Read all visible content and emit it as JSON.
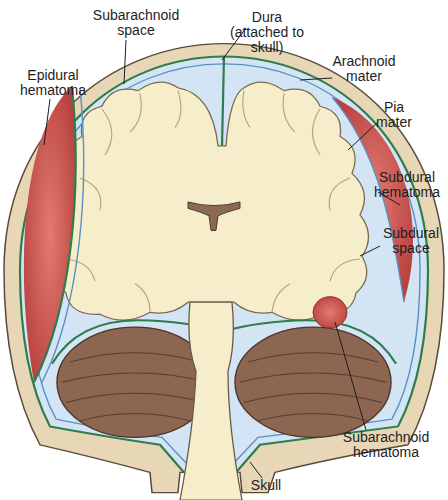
{
  "diagram": {
    "labels": [
      "Epidural hematoma",
      "Subarachnoid space",
      "Dura (attached to skull)",
      "Arachnoid mater",
      "Pia mater",
      "Subdural hematoma",
      "Subdural space",
      "Subarachnoid hematoma",
      "Skull"
    ]
  }
}
